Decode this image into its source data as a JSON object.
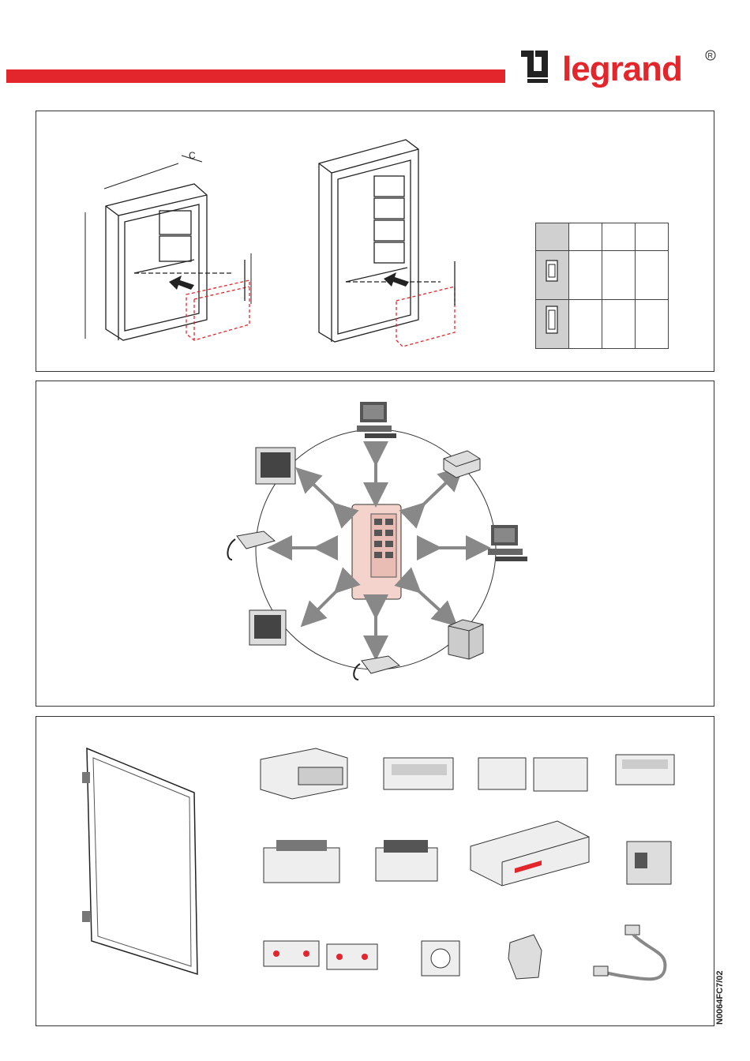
{
  "brand": {
    "name": "legrand",
    "registered_mark": "®",
    "brand_color": "#e3262b"
  },
  "panel1": {
    "dimension_label": "C",
    "spec_table": {
      "header_cells": 4,
      "rows": 2,
      "header_fill": "#d0d0d0"
    }
  },
  "panel2": {
    "hub": "enclosure",
    "devices": [
      "computer-icon",
      "printer-icon",
      "computer-icon",
      "server-icon",
      "telephone-icon",
      "monitor-icon",
      "telephone-icon",
      "monitor-icon"
    ]
  },
  "panel3": {
    "items": [
      "door-icon",
      "patch-module-icon",
      "rj45-module-icon",
      "rj45-module-pair-icon",
      "blank-module-icon",
      "telephone-module-icon",
      "rj45-block-icon",
      "network-switch-icon",
      "dti-module-icon",
      "tv-splitter-icon",
      "power-socket-icon",
      "cable-clip-icon",
      "patch-cord-icon"
    ]
  },
  "footer": {
    "document_reference": "N0064FC7/02"
  }
}
